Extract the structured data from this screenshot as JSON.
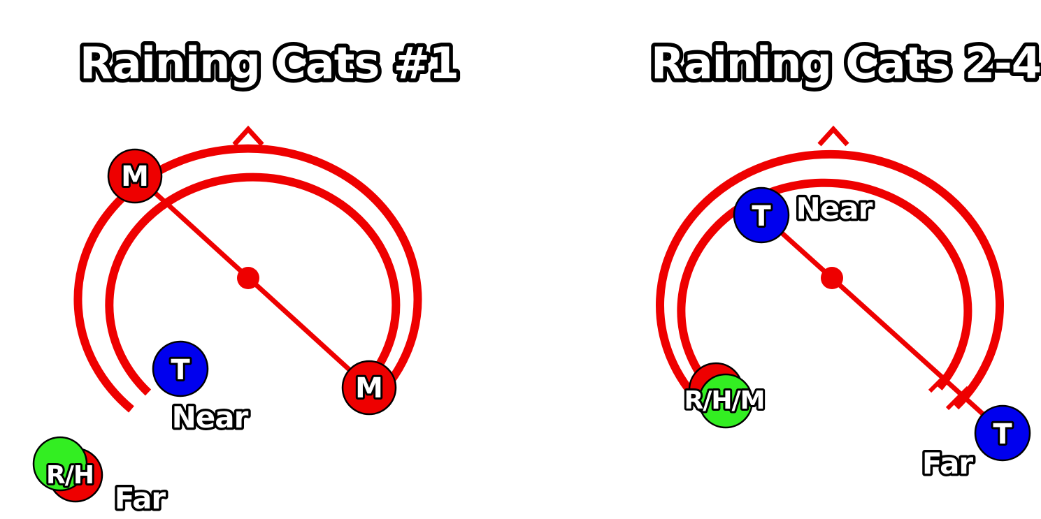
{
  "colors": {
    "red": "#ee0000",
    "blue": "#0000ee",
    "green": "#33ee22",
    "background": "#ffffff"
  },
  "panels": [
    {
      "title": "Raining Cats #1",
      "markers": {
        "m_top": "M",
        "m_right": "M",
        "t_near": "T",
        "rh_far": "R/H"
      },
      "labels": {
        "near": "Near",
        "far": "Far"
      }
    },
    {
      "title": "Raining Cats 2-4",
      "markers": {
        "t_near": "T",
        "rhm": "R/H/M",
        "t_far": "T"
      },
      "labels": {
        "near": "Near",
        "far": "Far"
      }
    }
  ]
}
